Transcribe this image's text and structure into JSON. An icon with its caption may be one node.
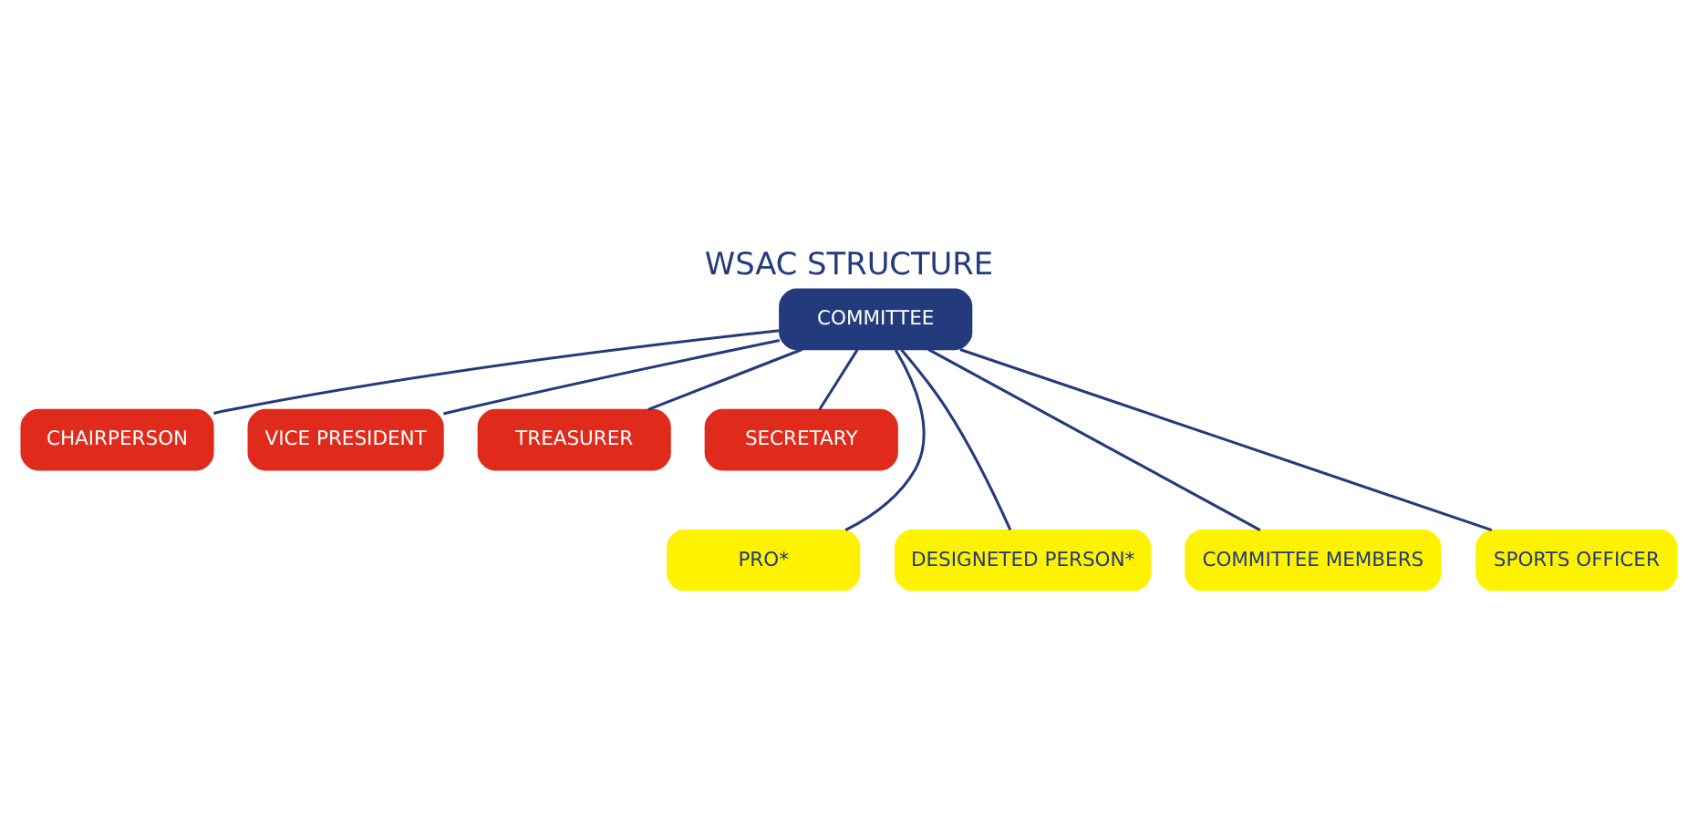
{
  "diagram": {
    "title": "WSAC STRUCTURE",
    "nodes": [
      {
        "text": [
          "COMMITTEE"
        ]
      },
      {
        "text": [
          "CHAIRPERSON"
        ]
      },
      {
        "text": [
          "VICE PRESIDENT"
        ]
      },
      {
        "text": [
          "TREASURER"
        ]
      },
      {
        "text": [
          "SECRETARY"
        ]
      },
      {
        "text": [
          "PRO*"
        ]
      },
      {
        "text": [
          "DESIGNETED PERSON*"
        ]
      },
      {
        "text": [
          "COMMITTEE MEMBERS"
        ]
      },
      {
        "text": [
          "SPORTS OFFICER"
        ]
      }
    ],
    "edges": [
      {
        "from": 0,
        "to": 1,
        "arrow": "none"
      },
      {
        "from": 0,
        "to": 2,
        "arrow": "none"
      },
      {
        "from": 0,
        "to": 3,
        "arrow": "none"
      },
      {
        "from": 0,
        "to": 4,
        "arrow": "none"
      },
      {
        "from": 0,
        "to": 5,
        "arrow": "none"
      },
      {
        "from": 0,
        "to": 6,
        "arrow": "none"
      },
      {
        "from": 0,
        "to": 7,
        "arrow": "none"
      },
      {
        "from": 0,
        "to": 8,
        "arrow": "none"
      }
    ]
  }
}
